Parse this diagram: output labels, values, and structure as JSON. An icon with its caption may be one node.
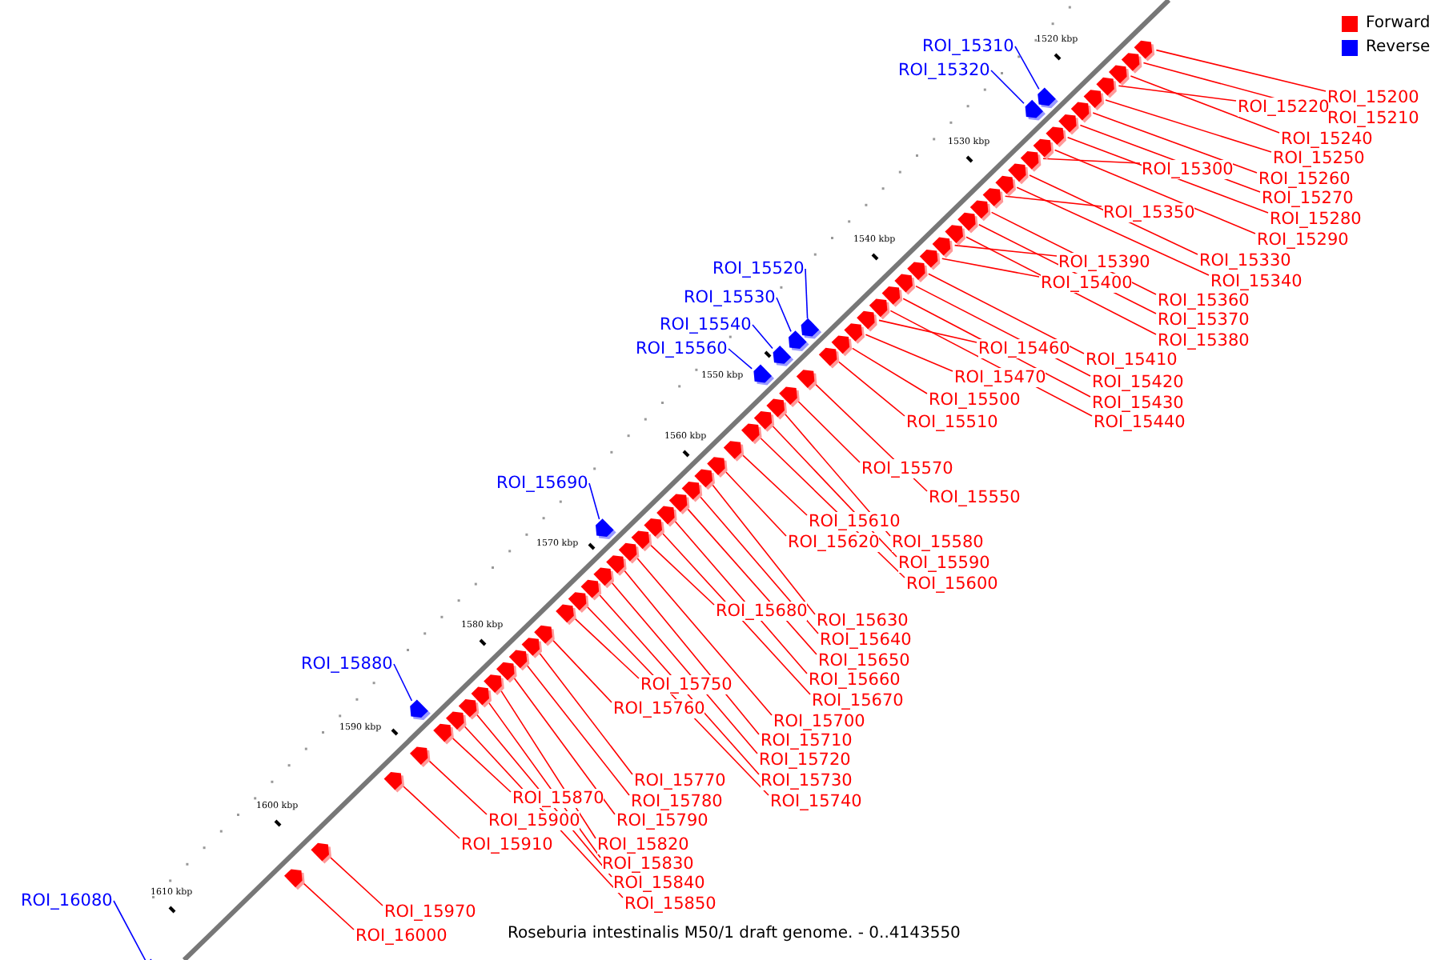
{
  "diagram": {
    "caption": "Roseburia intestinalis M50/1 draft genome. - 0..4143550",
    "nodes": [
      {
        "text": [
          "ROI_15310"
        ]
      },
      {
        "text": [
          "ROI_15320"
        ]
      },
      {
        "text": [
          "ROI_15200"
        ]
      },
      {
        "text": [
          "ROI_15220"
        ]
      },
      {
        "text": [
          "ROI_15210"
        ]
      },
      {
        "text": [
          "ROI_15240"
        ]
      },
      {
        "text": [
          "ROI_15250"
        ]
      },
      {
        "text": [
          "ROI_15300"
        ]
      },
      {
        "text": [
          "ROI_15260"
        ]
      },
      {
        "text": [
          "ROI_15270"
        ]
      },
      {
        "text": [
          "ROI_15350"
        ]
      },
      {
        "text": [
          "ROI_15280"
        ]
      },
      {
        "text": [
          "ROI_15290"
        ]
      },
      {
        "text": [
          "ROI_15330"
        ]
      },
      {
        "text": [
          "ROI_15390"
        ]
      },
      {
        "text": [
          "ROI_15520"
        ]
      },
      {
        "text": [
          "ROI_15340"
        ]
      },
      {
        "text": [
          "ROI_15400"
        ]
      },
      {
        "text": [
          "ROI_15530"
        ]
      },
      {
        "text": [
          "ROI_15360"
        ]
      },
      {
        "text": [
          "ROI_15370"
        ]
      },
      {
        "text": [
          "ROI_15540"
        ]
      },
      {
        "text": [
          "ROI_15380"
        ]
      },
      {
        "text": [
          "ROI_15460"
        ]
      },
      {
        "text": [
          "ROI_15560"
        ]
      },
      {
        "text": [
          "ROI_15410"
        ]
      },
      {
        "text": [
          "ROI_15470"
        ]
      },
      {
        "text": [
          "ROI_15420"
        ]
      },
      {
        "text": [
          "ROI_15500"
        ]
      },
      {
        "text": [
          "ROI_15430"
        ]
      },
      {
        "text": [
          "ROI_15510"
        ]
      },
      {
        "text": [
          "ROI_15440"
        ]
      },
      {
        "text": [
          "ROI_15570"
        ]
      },
      {
        "text": [
          "ROI_15690"
        ]
      },
      {
        "text": [
          "ROI_15550"
        ]
      },
      {
        "text": [
          "ROI_15610"
        ]
      },
      {
        "text": [
          "ROI_15620"
        ]
      },
      {
        "text": [
          "ROI_15580"
        ]
      },
      {
        "text": [
          "ROI_15590"
        ]
      },
      {
        "text": [
          "ROI_15600"
        ]
      },
      {
        "text": [
          "ROI_15680"
        ]
      },
      {
        "text": [
          "ROI_15630"
        ]
      },
      {
        "text": [
          "ROI_15640"
        ]
      },
      {
        "text": [
          "ROI_15650"
        ]
      },
      {
        "text": [
          "ROI_15880"
        ]
      },
      {
        "text": [
          "ROI_15660"
        ]
      },
      {
        "text": [
          "ROI_15750"
        ]
      },
      {
        "text": [
          "ROI_15670"
        ]
      },
      {
        "text": [
          "ROI_15760"
        ]
      },
      {
        "text": [
          "ROI_15700"
        ]
      },
      {
        "text": [
          "ROI_15710"
        ]
      },
      {
        "text": [
          "ROI_15720"
        ]
      },
      {
        "text": [
          "ROI_15770"
        ]
      },
      {
        "text": [
          "ROI_15730"
        ]
      },
      {
        "text": [
          "ROI_15870"
        ]
      },
      {
        "text": [
          "ROI_15780"
        ]
      },
      {
        "text": [
          "ROI_15740"
        ]
      },
      {
        "text": [
          "ROI_15900"
        ]
      },
      {
        "text": [
          "ROI_15790"
        ]
      },
      {
        "text": [
          "ROI_15910"
        ]
      },
      {
        "text": [
          "ROI_15820"
        ]
      },
      {
        "text": [
          "ROI_15830"
        ]
      },
      {
        "text": [
          "ROI_15840"
        ]
      },
      {
        "text": [
          "ROI_16080"
        ]
      },
      {
        "text": [
          "ROI_15850"
        ]
      },
      {
        "text": [
          "ROI_15970"
        ]
      },
      {
        "text": [
          "ROI_16000"
        ]
      },
      {
        "text": [],
        "shape": "box"
      },
      {
        "text": [],
        "shape": "box"
      },
      {
        "text": [],
        "shape": "box"
      },
      {
        "text": [],
        "shape": "box"
      },
      {
        "text": [],
        "shape": "box"
      },
      {
        "text": [],
        "shape": "box"
      },
      {
        "text": [],
        "shape": "box"
      },
      {
        "text": [],
        "shape": "box"
      },
      {
        "text": [],
        "shape": "box"
      },
      {
        "text": [],
        "shape": "box"
      },
      {
        "text": [],
        "shape": "box"
      },
      {
        "text": [],
        "shape": "box"
      },
      {
        "text": [],
        "shape": "box"
      },
      {
        "text": [],
        "shape": "box"
      },
      {
        "text": [],
        "shape": "box"
      },
      {
        "text": [],
        "shape": "box"
      },
      {
        "text": [],
        "shape": "box"
      },
      {
        "text": [],
        "shape": "box"
      },
      {
        "text": [],
        "shape": "box"
      },
      {
        "text": [],
        "shape": "box"
      },
      {
        "text": [],
        "shape": "box"
      },
      {
        "text": [],
        "shape": "box"
      },
      {
        "text": [],
        "shape": "box"
      },
      {
        "text": [],
        "shape": "box"
      },
      {
        "text": [],
        "shape": "box"
      },
      {
        "text": [],
        "shape": "box"
      },
      {
        "text": [],
        "shape": "box"
      },
      {
        "text": [],
        "shape": "box"
      },
      {
        "text": [],
        "shape": "box"
      },
      {
        "text": [],
        "shape": "box"
      },
      {
        "text": [],
        "shape": "box"
      },
      {
        "text": [],
        "shape": "box"
      },
      {
        "text": [],
        "shape": "box"
      },
      {
        "text": [],
        "shape": "box"
      },
      {
        "text": [],
        "shape": "box"
      },
      {
        "text": [],
        "shape": "box"
      },
      {
        "text": [],
        "shape": "box"
      },
      {
        "text": [],
        "shape": "box"
      },
      {
        "text": [],
        "shape": "box"
      },
      {
        "text": [],
        "shape": "box"
      },
      {
        "text": [],
        "shape": "box"
      },
      {
        "text": [],
        "shape": "box"
      },
      {
        "text": [],
        "shape": "box"
      },
      {
        "text": [],
        "shape": "box"
      },
      {
        "text": [],
        "shape": "box"
      },
      {
        "text": [],
        "shape": "box"
      },
      {
        "text": [],
        "shape": "box"
      },
      {
        "text": [],
        "shape": "box"
      },
      {
        "text": [],
        "shape": "box"
      },
      {
        "text": [],
        "shape": "box"
      },
      {
        "text": [],
        "shape": "box"
      },
      {
        "text": [],
        "shape": "box"
      },
      {
        "text": [],
        "shape": "box"
      },
      {
        "text": [],
        "shape": "box"
      },
      {
        "text": [],
        "shape": "box"
      },
      {
        "text": [],
        "shape": "box"
      },
      {
        "text": [],
        "shape": "box"
      },
      {
        "text": [],
        "shape": "box"
      },
      {
        "text": [],
        "shape": "box"
      },
      {
        "text": [],
        "shape": "box"
      },
      {
        "text": [],
        "shape": "box"
      },
      {
        "text": [],
        "shape": "box"
      },
      {
        "text": [],
        "shape": "box"
      },
      {
        "text": [],
        "shape": "box"
      },
      {
        "text": [],
        "shape": "box"
      },
      {
        "text": [],
        "shape": "box"
      },
      {
        "text": [],
        "shape": "box"
      }
    ],
    "edges": [
      {
        "from": 0,
        "to": 67,
        "arrow": "none",
        "color": "#0000ff"
      },
      {
        "from": 1,
        "to": 68,
        "arrow": "none",
        "color": "#0000ff"
      },
      {
        "from": 2,
        "to": 69,
        "arrow": "none"
      },
      {
        "from": 3,
        "to": 70,
        "arrow": "none"
      },
      {
        "from": 4,
        "to": 71,
        "arrow": "none"
      },
      {
        "from": 5,
        "to": 72,
        "arrow": "none"
      },
      {
        "from": 6,
        "to": 73,
        "arrow": "none"
      },
      {
        "from": 7,
        "to": 74,
        "arrow": "none"
      },
      {
        "from": 8,
        "to": 75,
        "arrow": "none"
      },
      {
        "from": 9,
        "to": 76,
        "arrow": "none"
      },
      {
        "from": 10,
        "to": 77,
        "arrow": "none"
      },
      {
        "from": 11,
        "to": 78,
        "arrow": "none"
      },
      {
        "from": 12,
        "to": 79,
        "arrow": "none"
      },
      {
        "from": 13,
        "to": 80,
        "arrow": "none"
      },
      {
        "from": 14,
        "to": 81,
        "arrow": "none"
      },
      {
        "from": 15,
        "to": 82,
        "arrow": "none",
        "color": "#0000ff"
      },
      {
        "from": 16,
        "to": 83,
        "arrow": "none"
      },
      {
        "from": 17,
        "to": 84,
        "arrow": "none"
      },
      {
        "from": 18,
        "to": 85,
        "arrow": "none",
        "color": "#0000ff"
      },
      {
        "from": 19,
        "to": 86,
        "arrow": "none"
      },
      {
        "from": 20,
        "to": 87,
        "arrow": "none"
      },
      {
        "from": 21,
        "to": 88,
        "arrow": "none",
        "color": "#0000ff"
      },
      {
        "from": 22,
        "to": 89,
        "arrow": "none"
      },
      {
        "from": 23,
        "to": 90,
        "arrow": "none"
      },
      {
        "from": 24,
        "to": 91,
        "arrow": "none",
        "color": "#0000ff"
      },
      {
        "from": 25,
        "to": 92,
        "arrow": "none"
      },
      {
        "from": 26,
        "to": 93,
        "arrow": "none"
      },
      {
        "from": 27,
        "to": 94,
        "arrow": "none"
      },
      {
        "from": 28,
        "to": 95,
        "arrow": "none"
      },
      {
        "from": 29,
        "to": 96,
        "arrow": "none"
      },
      {
        "from": 30,
        "to": 97,
        "arrow": "none"
      },
      {
        "from": 31,
        "to": 98,
        "arrow": "none"
      },
      {
        "from": 32,
        "to": 99,
        "arrow": "none"
      },
      {
        "from": 33,
        "to": 100,
        "arrow": "none",
        "color": "#0000ff"
      },
      {
        "from": 34,
        "to": 101,
        "arrow": "none"
      },
      {
        "from": 35,
        "to": 102,
        "arrow": "none"
      },
      {
        "from": 36,
        "to": 103,
        "arrow": "none"
      },
      {
        "from": 37,
        "to": 104,
        "arrow": "none"
      },
      {
        "from": 38,
        "to": 105,
        "arrow": "none"
      },
      {
        "from": 39,
        "to": 106,
        "arrow": "none"
      },
      {
        "from": 40,
        "to": 107,
        "arrow": "none"
      },
      {
        "from": 41,
        "to": 108,
        "arrow": "none"
      },
      {
        "from": 42,
        "to": 109,
        "arrow": "none"
      },
      {
        "from": 43,
        "to": 110,
        "arrow": "none"
      },
      {
        "from": 44,
        "to": 111,
        "arrow": "none",
        "color": "#0000ff"
      },
      {
        "from": 45,
        "to": 112,
        "arrow": "none"
      },
      {
        "from": 46,
        "to": 113,
        "arrow": "none"
      },
      {
        "from": 47,
        "to": 114,
        "arrow": "none"
      },
      {
        "from": 48,
        "to": 115,
        "arrow": "none"
      },
      {
        "from": 49,
        "to": 116,
        "arrow": "none"
      },
      {
        "from": 50,
        "to": 117,
        "arrow": "none"
      },
      {
        "from": 51,
        "to": 118,
        "arrow": "none"
      },
      {
        "from": 52,
        "to": 119,
        "arrow": "none"
      },
      {
        "from": 53,
        "to": 120,
        "arrow": "none"
      },
      {
        "from": 54,
        "to": 121,
        "arrow": "none"
      },
      {
        "from": 55,
        "to": 122,
        "arrow": "none"
      },
      {
        "from": 56,
        "to": 123,
        "arrow": "none"
      },
      {
        "from": 57,
        "to": 124,
        "arrow": "none"
      },
      {
        "from": 58,
        "to": 125,
        "arrow": "none"
      },
      {
        "from": 59,
        "to": 126,
        "arrow": "none"
      },
      {
        "from": 60,
        "to": 127,
        "arrow": "none"
      },
      {
        "from": 61,
        "to": 128,
        "arrow": "none"
      },
      {
        "from": 62,
        "to": 129,
        "arrow": "none"
      },
      {
        "from": 63,
        "to": 130,
        "arrow": "none",
        "color": "#0000ff"
      },
      {
        "from": 64,
        "to": 131,
        "arrow": "none"
      },
      {
        "from": 65,
        "to": 132,
        "arrow": "none"
      },
      {
        "from": 66,
        "to": 133,
        "arrow": "none"
      }
    ],
    "labels": [
      "1520 kbp",
      "1530 kbp",
      "1540 kbp",
      "1550 kbp",
      "1560 kbp",
      "1570 kbp",
      "1580 kbp",
      "1590 kbp",
      "1600 kbp",
      "1610 kbp"
    ],
    "legend": [
      {
        "text": "Forward",
        "color": "#ff0000"
      },
      {
        "text": "Reverse",
        "color": "#0000ff"
      }
    ]
  }
}
